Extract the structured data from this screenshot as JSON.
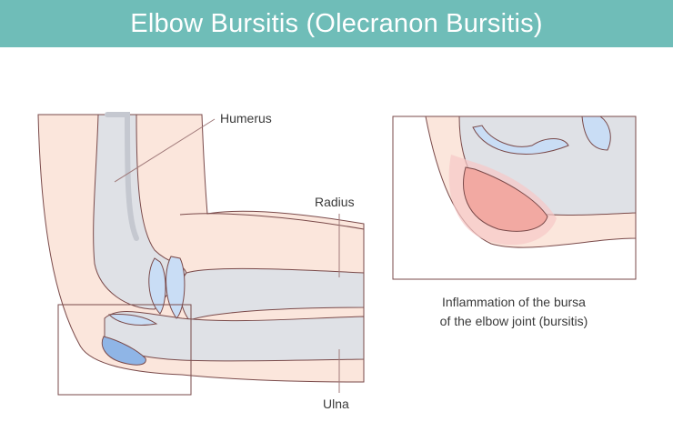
{
  "title": "Elbow Bursitis (Olecranon Bursitis)",
  "labels": {
    "humerus": "Humerus",
    "radius": "Radius",
    "ulna": "Ulna"
  },
  "caption": {
    "line1": "Inflammation of the bursa",
    "line2": "of the elbow joint (bursitis)"
  },
  "colors": {
    "header": "#6fbdb8",
    "skin": "#fbe6dc",
    "bone": "#dfe1e6",
    "cartilage": "#c9ddf5",
    "inflamed_bursa": "#f2a9a2",
    "bursa": "#8fb5e6",
    "outline": "#7a4a4a"
  }
}
